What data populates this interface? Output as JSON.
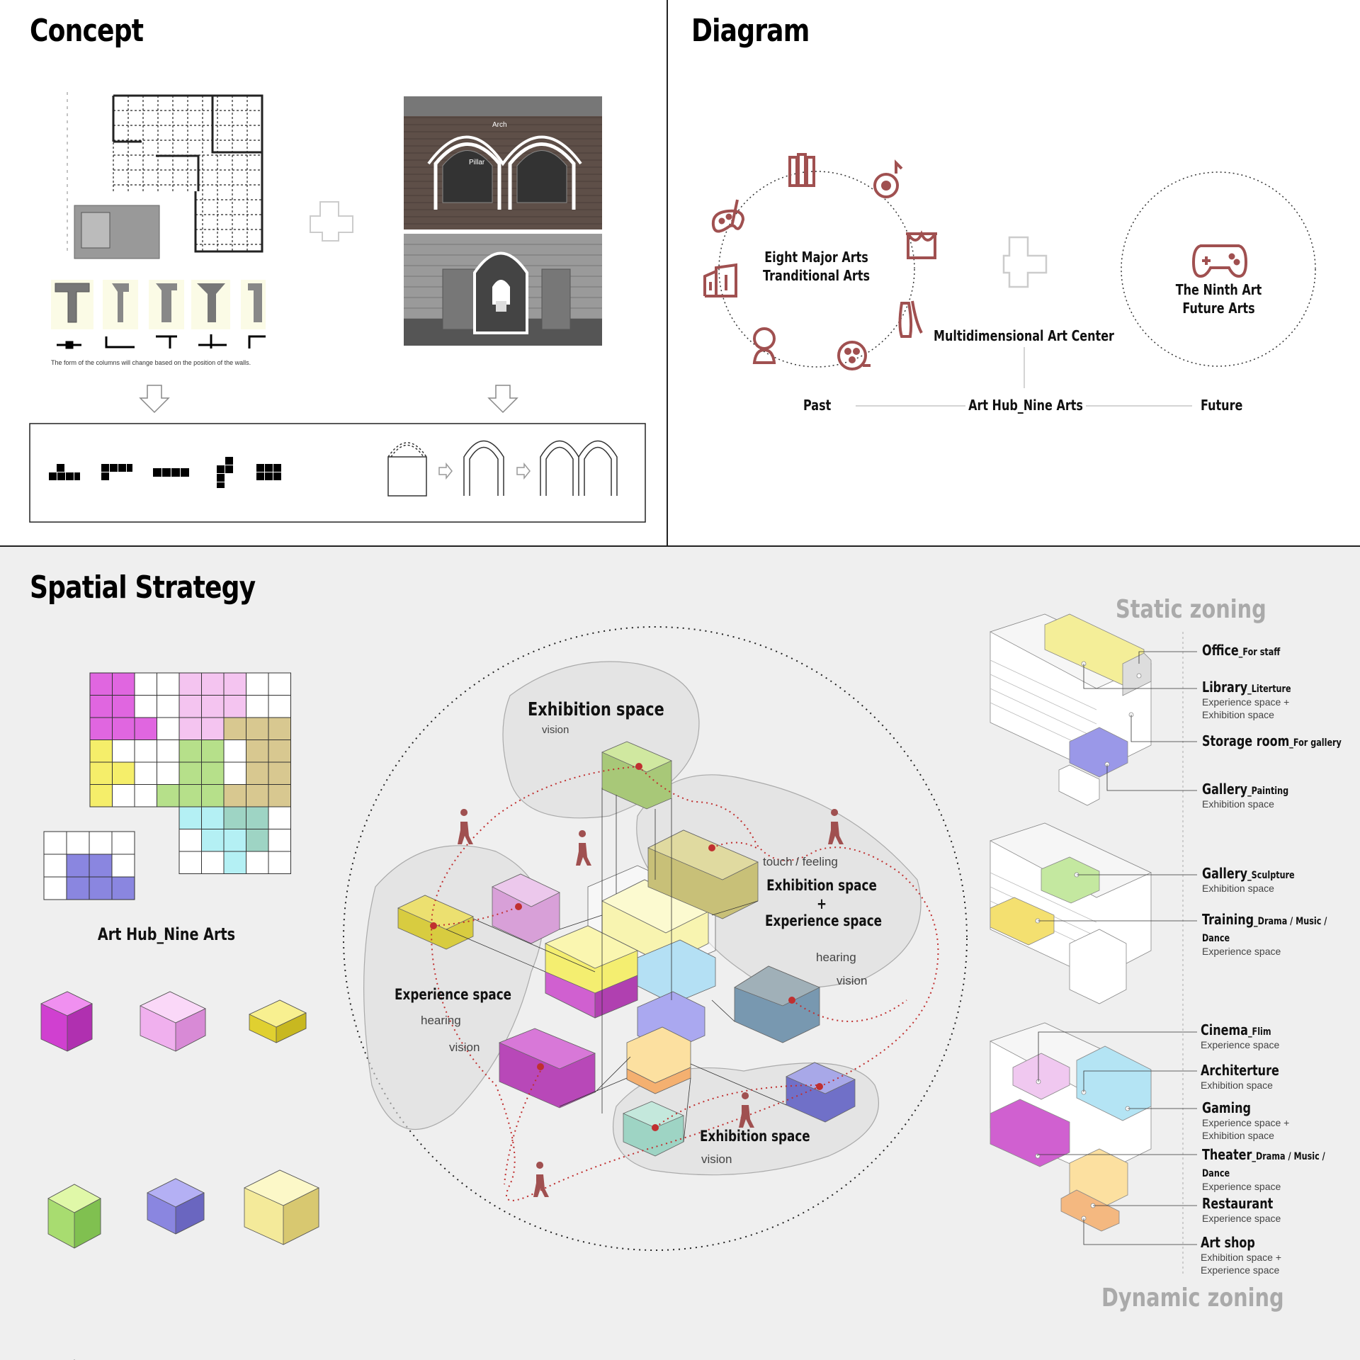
{
  "concept": {
    "title": "Concept",
    "caption": "The form of the columns will change based on the position of the walls.",
    "arch_label_1": "Arch",
    "arch_label_2": "Pillar"
  },
  "diagram": {
    "title": "Diagram",
    "circle_left": [
      "Eight Major Arts",
      "Tranditional Arts"
    ],
    "circle_right": [
      "The Ninth Art",
      "Future Arts"
    ],
    "center_label": "Multidimensional Art Center",
    "timeline": {
      "past": "Past",
      "center": "Art Hub_Nine Arts",
      "future": "Future"
    },
    "accent": "#a05050"
  },
  "spatial": {
    "title": "Spatial Strategy",
    "grid_caption": "Art Hub_Nine Arts",
    "bubbles": {
      "top": {
        "title": "Exhibition space",
        "sense": "vision"
      },
      "right": {
        "title1": "Exhibition space",
        "plus": "+",
        "title2": "Experience space",
        "sense_top": "touch / feeling",
        "s1": "hearing",
        "s2": "vision"
      },
      "left": {
        "title": "Experience space",
        "s1": "hearing",
        "s2": "vision"
      },
      "bottom": {
        "title": "Exhibition space",
        "sense": "vision"
      }
    },
    "static_title": "Static zoning",
    "dynamic_title": "Dynamic zoning",
    "zones": [
      {
        "name": "Office",
        "sub": "_For staff",
        "desc": []
      },
      {
        "name": "Library",
        "sub": "_Literture",
        "desc": [
          "Experience space +",
          "Exhibition space"
        ]
      },
      {
        "name": "Storage room",
        "sub": "_For gallery",
        "desc": []
      },
      {
        "name": "Gallery",
        "sub": "_Painting",
        "desc": [
          "Exhibition space"
        ]
      },
      {
        "name": "Gallery",
        "sub": "_Sculpture",
        "desc": [
          "Exhibition space"
        ]
      },
      {
        "name": "Training",
        "sub": "_Drama / Music /",
        "sub2": "Dance",
        "desc": [
          "Experience space"
        ]
      },
      {
        "name": "Cinema",
        "sub": "_Flim",
        "desc": [
          "Experience space"
        ]
      },
      {
        "name": "Architerture",
        "sub": "",
        "desc": [
          "Exhibition space"
        ]
      },
      {
        "name": "Gaming",
        "sub": "",
        "desc": [
          "Experience space +",
          "Exhibition space"
        ]
      },
      {
        "name": "Theater",
        "sub": "_Drama / Music /",
        "sub2": "Dance",
        "desc": [
          "Experience space"
        ]
      },
      {
        "name": "Restaurant",
        "sub": "",
        "desc": [
          "Experience space"
        ]
      },
      {
        "name": "Art shop",
        "sub": "",
        "desc": [
          "Exhibition space +",
          "Experience space"
        ]
      }
    ],
    "colors": {
      "magenta": "#e066e0",
      "pink": "#f4c4f0",
      "yellow": "#f5ee6a",
      "green": "#b6e08a",
      "purple": "#8a86e0",
      "khaki": "#d8c890",
      "cyan": "#b4f0f4",
      "teal": "#9ed4c4",
      "peach": "#f4cc88",
      "route": "#c03030"
    }
  }
}
